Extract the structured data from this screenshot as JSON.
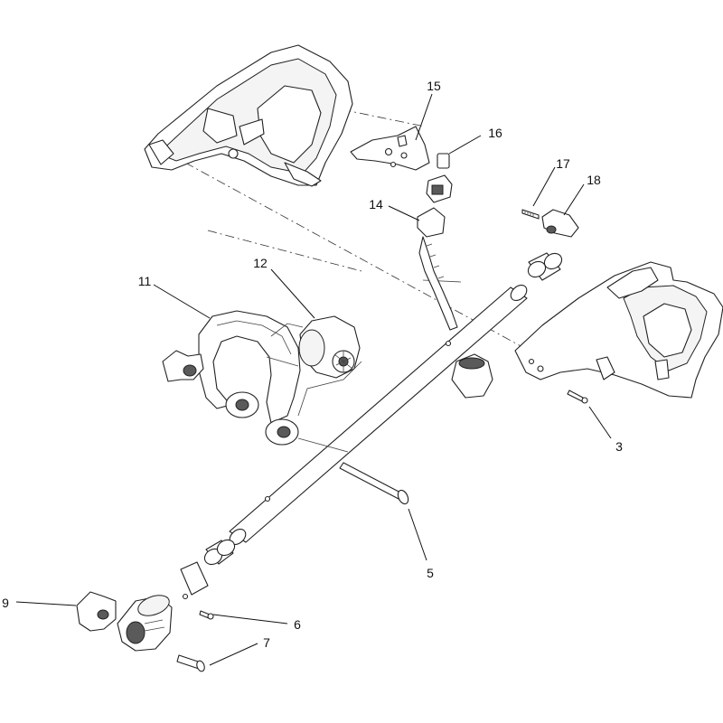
{
  "diagram": {
    "callouts": [
      {
        "id": "c3",
        "text": "3"
      },
      {
        "id": "c5",
        "text": "5"
      },
      {
        "id": "c6",
        "text": "6"
      },
      {
        "id": "c7",
        "text": "7"
      },
      {
        "id": "c9",
        "text": "9"
      },
      {
        "id": "c11",
        "text": "11"
      },
      {
        "id": "c12",
        "text": "12"
      },
      {
        "id": "c14",
        "text": "14"
      },
      {
        "id": "c15",
        "text": "15"
      },
      {
        "id": "c16",
        "text": "16"
      },
      {
        "id": "c17",
        "text": "17"
      },
      {
        "id": "c18",
        "text": "18"
      }
    ]
  }
}
